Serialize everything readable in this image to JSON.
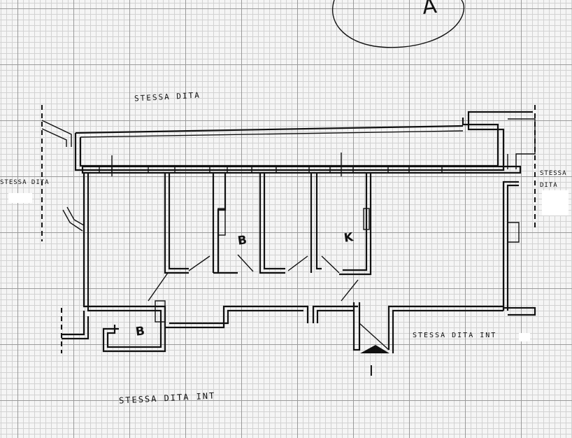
{
  "sheet": {
    "letter": "A"
  },
  "neighbours": {
    "north": "STESSA DITA",
    "west": "STESSA DITA",
    "east_line1": "STESSA",
    "east_line2": "DITA",
    "south": "STESSA DITA INT",
    "southeast": "STESSA DITA INT"
  },
  "rooms": {
    "bathroom_upper": "B",
    "kitchen": "K",
    "bathroom_lower": "B"
  },
  "entrance": {
    "marker": "I"
  }
}
